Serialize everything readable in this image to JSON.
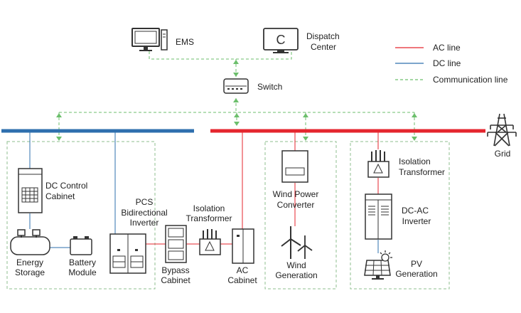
{
  "colors": {
    "ac_line": "#e5262e",
    "dc_line": "#2e6fae",
    "comm_line": "#6cbf6c",
    "device_stroke": "#333333",
    "zone_border": "#8fbf8f"
  },
  "legend": {
    "ac": "AC line",
    "dc": "DC line",
    "comm": "Communication line"
  },
  "nodes": {
    "ems": {
      "label": "EMS",
      "icon": "monitor-icon"
    },
    "dispatch": {
      "line1": "Dispatch",
      "line2": "Center",
      "icon": "monitor-icon"
    },
    "switch": {
      "label": "Switch",
      "icon": "network-switch-icon"
    },
    "grid": {
      "label": "Grid",
      "icon": "transmission-tower-icon"
    },
    "dc_control": {
      "line1": "DC Control",
      "line2": "Cabinet"
    },
    "energy_storage": {
      "line1": "Energy",
      "line2": "Storage"
    },
    "battery_module": {
      "line1": "Battery",
      "line2": "Module"
    },
    "pcs": {
      "line1": "PCS",
      "line2": "Bidirectional",
      "line3": "Inverter"
    },
    "isolation_transformer_left": {
      "line1": "Isolation",
      "line2": "Transformer"
    },
    "bypass_cabinet": {
      "line1": "Bypass",
      "line2": "Cabinet"
    },
    "ac_cabinet": {
      "line1": "AC",
      "line2": "Cabinet"
    },
    "wind_converter": {
      "line1": "Wind Power",
      "line2": "Converter"
    },
    "wind_generation": {
      "line1": "Wind",
      "line2": "Generation"
    },
    "isolation_transformer_right": {
      "line1": "Isolation",
      "line2": "Transformer"
    },
    "dcac_inverter": {
      "line1": "DC-AC",
      "line2": "Inverter"
    },
    "pv_generation": {
      "line1": "PV",
      "line2": "Generation"
    }
  }
}
